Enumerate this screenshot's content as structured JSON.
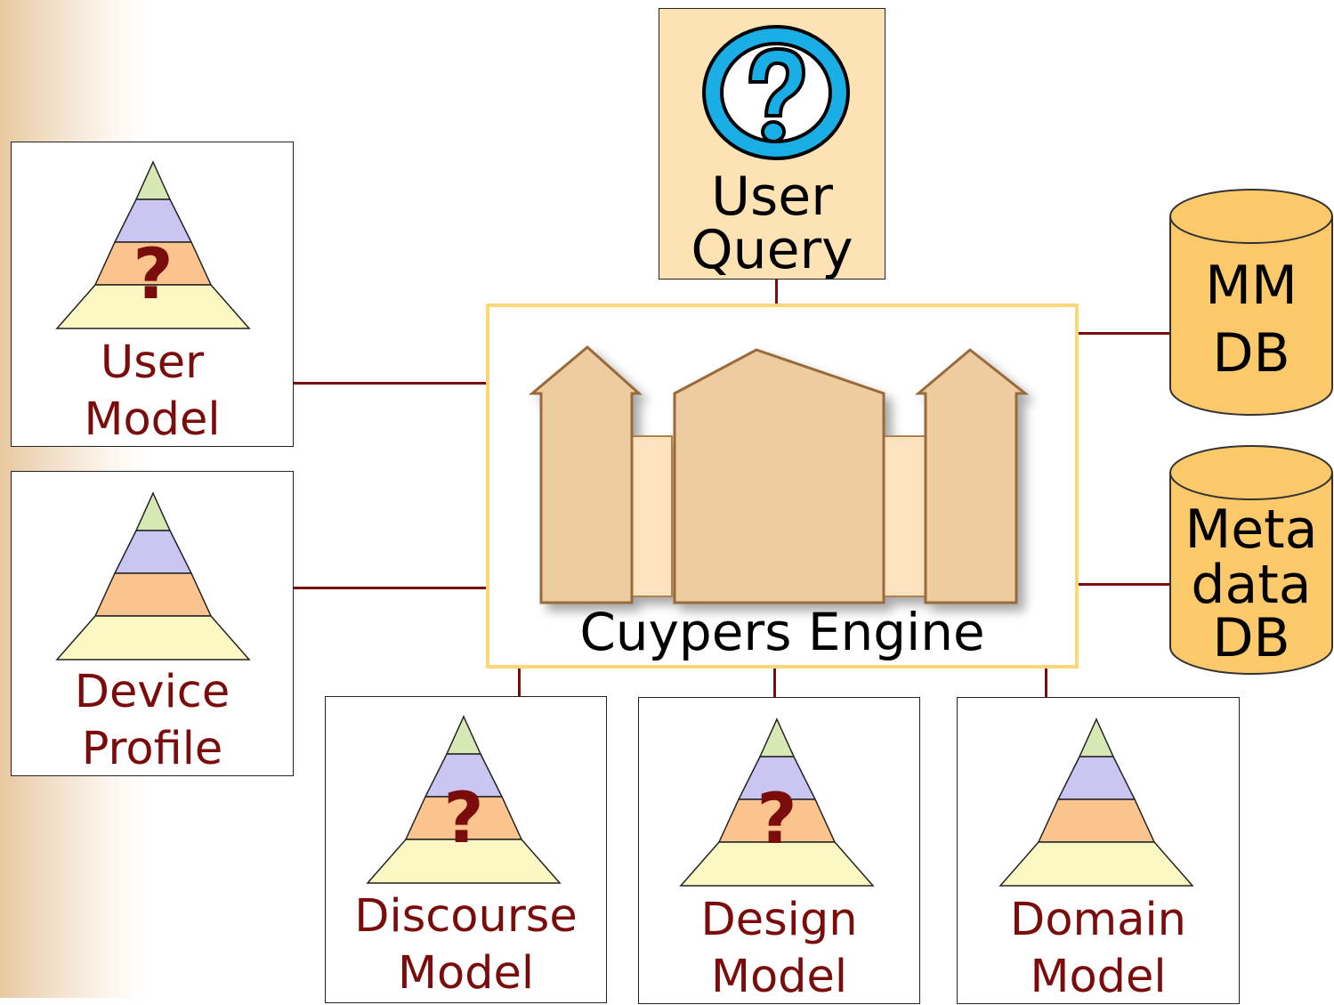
{
  "diagram": {
    "user_query": {
      "line1": "User",
      "line2": "Query"
    },
    "engine": {
      "label": "Cuypers Engine"
    },
    "mm_db": {
      "line1": "MM",
      "line2": "DB"
    },
    "meta_db": {
      "line1": "Meta",
      "line2": "data",
      "line3": "DB"
    },
    "user_model": {
      "line1": "User",
      "line2": "Model",
      "question_mark": "?"
    },
    "device_profile": {
      "line1": "Device",
      "line2": "Profile"
    },
    "discourse_model": {
      "line1": "Discourse",
      "line2": "Model",
      "question_mark": "?"
    },
    "design_model": {
      "line1": "Design",
      "line2": "Model",
      "question_mark": "?"
    },
    "domain_model": {
      "line1": "Domain",
      "line2": "Model"
    }
  },
  "colors": {
    "label_text": "#7a0c0c",
    "connector": "#7a0c0c",
    "query_fill": "#fde2b4",
    "engine_border": "#fcd679",
    "db_fill": "#fbc86a",
    "pyramid_top": "#d6e8b4",
    "pyramid_upper": "#c9c6f2",
    "pyramid_middle": "#fbc48e",
    "pyramid_base": "#fbf8c4",
    "building": "#edcca0",
    "question_icon_ring": "#19aee6"
  }
}
